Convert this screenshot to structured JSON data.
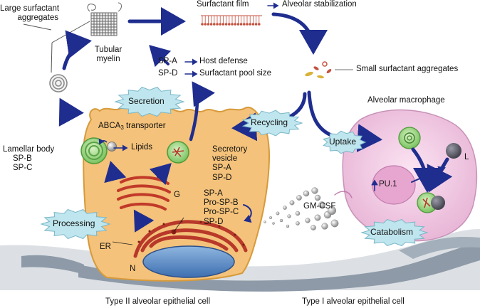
{
  "labels": {
    "large_surfactant": [
      "Large surfactant",
      "aggregates"
    ],
    "tubular_myelin": [
      "Tubular",
      "myelin"
    ],
    "surfactant_film": "Surfactant film",
    "alveolar_stabilization": "Alveolar stabilization",
    "sp_a": "SP-A",
    "host_defense": "Host defense",
    "sp_d": "SP-D",
    "pool_size": "Surfactant pool size",
    "small_surfactant": "Small surfactant aggregates",
    "alveolar_macrophage": "Alveolar macrophage",
    "secretion": "Secretion",
    "recycling": "Recycling",
    "uptake": "Uptake",
    "processing": "Processing",
    "catabolism": "Catabolism",
    "abca_pre": "ABCA",
    "abca_sub": "3",
    "abca_post": " transporter",
    "lipids": "Lipids",
    "lamellar_body": "Lamellar body",
    "lamellar_spb": "SP-B",
    "lamellar_spc": "SP-C",
    "secretory_vesicle": [
      "Secretory",
      "vesicle",
      "SP-A",
      "SP-D"
    ],
    "golgi": "G",
    "er": "ER",
    "nucleus": "N",
    "proteins": [
      "SP-A",
      "Pro-SP-B",
      "Pro-SP-C",
      "SP-D"
    ],
    "gm_csf": "GM-CSF",
    "pu1": "PU.1",
    "macrophage_l": "L",
    "type2_cell": "Type II  alveolar epithelial cell",
    "type1_cell": "Type I alveolar epithelial cell"
  },
  "colors": {
    "arrow": "#1f2d8f",
    "cell": "#f5c57a",
    "cell_edge": "#d89a3a",
    "burst": "#bfe6ee",
    "golgi": "#c23b2a",
    "nucleus": "#5b8ec8",
    "macrophage": "#efc6e2",
    "membrane": "#8696a6",
    "vesicle": "#8fd07a"
  }
}
